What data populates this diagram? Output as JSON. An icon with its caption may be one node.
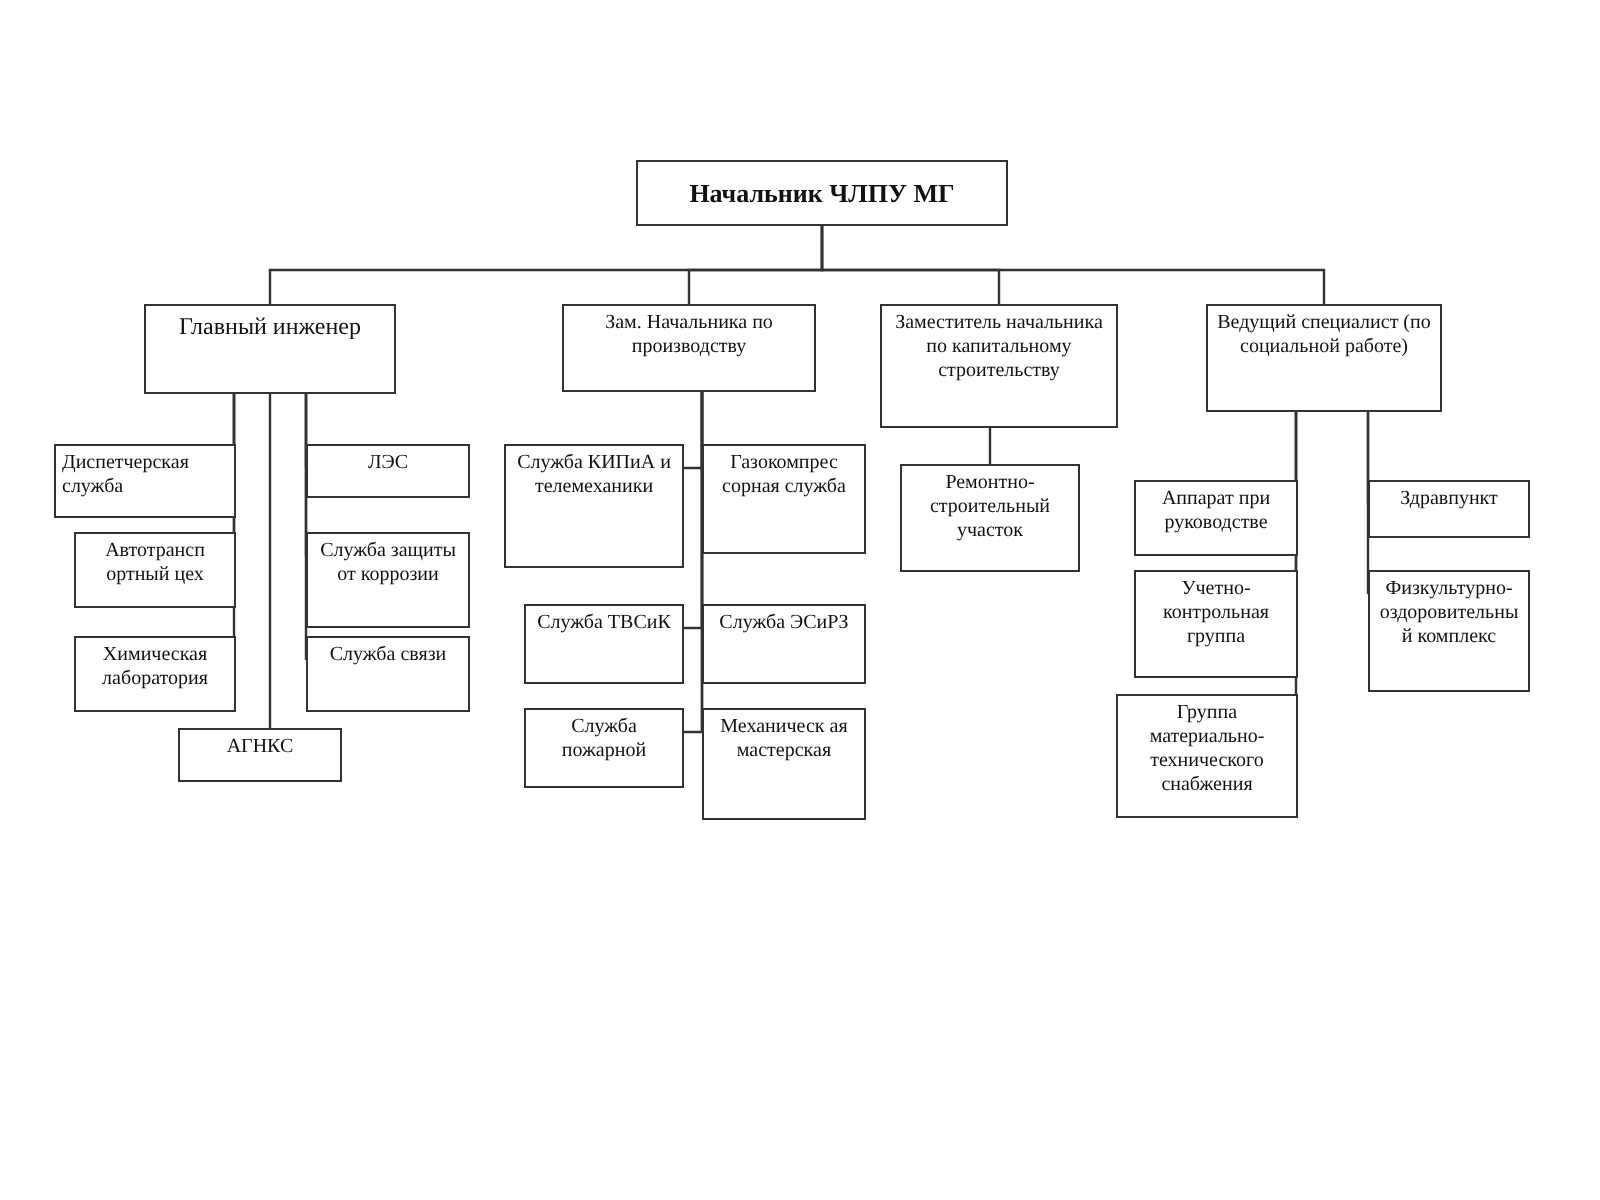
{
  "diagram": {
    "nodes": [
      {
        "text": [
          "Начальник  ЧЛПУ МГ"
        ]
      },
      {
        "text": [
          "Главный инженер"
        ]
      },
      {
        "text": [
          "Зам. Начальника по производству"
        ]
      },
      {
        "text": [
          "Заместитель начальника по капитальному строительству"
        ]
      },
      {
        "text": [
          "Ведущий специалист (по социальной работе)"
        ]
      },
      {
        "text": [
          "Диспетчерская служба"
        ]
      },
      {
        "text": [
          "Автотрансп ортный цех"
        ]
      },
      {
        "text": [
          "Химическая лаборатория"
        ]
      },
      {
        "text": [
          "ЛЭС"
        ]
      },
      {
        "text": [
          "Служба защиты от коррозии"
        ]
      },
      {
        "text": [
          "Служба связи"
        ]
      },
      {
        "text": [
          "АГНКС"
        ]
      },
      {
        "text": [
          "Служба КИПиА и телемеханики"
        ]
      },
      {
        "text": [
          "Газокомпрес сорная служба"
        ]
      },
      {
        "text": [
          "Служба ТВСиК"
        ]
      },
      {
        "text": [
          "Служба ЭСиРЗ"
        ]
      },
      {
        "text": [
          "Служба пожарной"
        ]
      },
      {
        "text": [
          "Механическ ая мастерская"
        ]
      },
      {
        "text": [
          "Ремонтно-строительный участок"
        ]
      },
      {
        "text": [
          "Аппарат при руководстве"
        ]
      },
      {
        "text": [
          "Учетно-контрольная группа"
        ]
      },
      {
        "text": [
          "Группа материально-технического снабжения"
        ]
      },
      {
        "text": [
          "Здравпункт"
        ]
      },
      {
        "text": [
          "Физкультурно-оздоровительны й комплекс"
        ]
      }
    ],
    "edges": [
      {
        "from": 0,
        "to": 1,
        "arrow": "none"
      },
      {
        "from": 0,
        "to": 2,
        "arrow": "none"
      },
      {
        "from": 0,
        "to": 3,
        "arrow": "none"
      },
      {
        "from": 0,
        "to": 4,
        "arrow": "none"
      },
      {
        "from": 1,
        "to": 5,
        "arrow": "none"
      },
      {
        "from": 1,
        "to": 6,
        "arrow": "none"
      },
      {
        "from": 1,
        "to": 7,
        "arrow": "none"
      },
      {
        "from": 1,
        "to": 8,
        "arrow": "none"
      },
      {
        "from": 1,
        "to": 9,
        "arrow": "none"
      },
      {
        "from": 1,
        "to": 10,
        "arrow": "none"
      },
      {
        "from": 1,
        "to": 11,
        "arrow": "none"
      },
      {
        "from": 2,
        "to": 12,
        "arrow": "none"
      },
      {
        "from": 2,
        "to": 13,
        "arrow": "none"
      },
      {
        "from": 2,
        "to": 14,
        "arrow": "none"
      },
      {
        "from": 2,
        "to": 15,
        "arrow": "none"
      },
      {
        "from": 2,
        "to": 16,
        "arrow": "none"
      },
      {
        "from": 2,
        "to": 17,
        "arrow": "none"
      },
      {
        "from": 3,
        "to": 18,
        "arrow": "none"
      },
      {
        "from": 4,
        "to": 19,
        "arrow": "none"
      },
      {
        "from": 4,
        "to": 20,
        "arrow": "none"
      },
      {
        "from": 4,
        "to": 21,
        "arrow": "none"
      },
      {
        "from": 4,
        "to": 22,
        "arrow": "none"
      },
      {
        "from": 4,
        "to": 23,
        "arrow": "none"
      }
    ]
  }
}
